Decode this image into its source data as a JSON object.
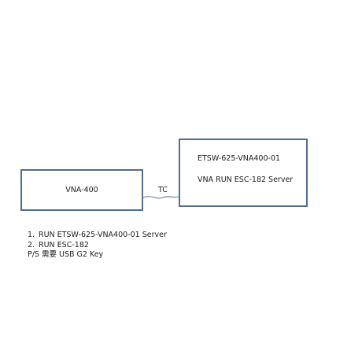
{
  "diagram": {
    "vna_box": {
      "label": "VNA-400"
    },
    "server_box": {
      "title": "ETSW-625-VNA400-01",
      "subtitle": "VNA RUN ESC-182 Server"
    },
    "link": {
      "label": "TC",
      "color": "#9aa9bd"
    },
    "box_border_color": "#4f6d95"
  },
  "notes": {
    "items": [
      {
        "num": "1.",
        "text": "RUN  ETSW-625-VNA400-01  Server"
      },
      {
        "num": "2.",
        "text": "RUN  ESC-182"
      }
    ],
    "ps": "P/S 需要 USB G2 Key"
  }
}
